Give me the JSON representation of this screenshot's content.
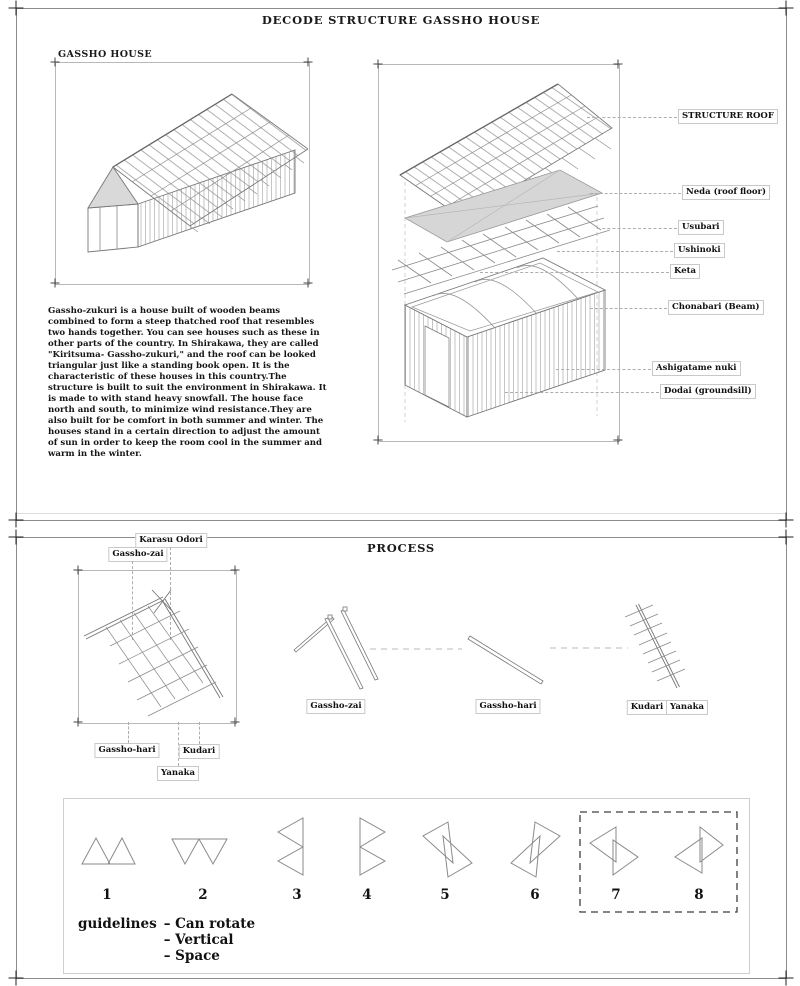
{
  "colors": {
    "line_gray": "#8a8a8a",
    "panel_fill": "#d6d6d6",
    "text": "#111111"
  },
  "panel1": {
    "title": "DECODE STRUCTURE GASSHO HOUSE",
    "house_label": "GASSHO HOUSE",
    "description": "Gassho-zukuri is a house built of wooden beams combined to form a steep thatched roof that resembles two hands together. You can see houses such as these in other parts of the country. In Shirakawa, they are called \"Kiritsuma- Gassho-zukuri,\" and the roof can be looked triangular just like a standing book open. It is the characteristic of these houses in this country.The structure is built to suit the environment in Shirakawa. It is made to with stand heavy snowfall. The house face north and south, to minimize wind resistance.They are also built for be comfort in both summer and winter. The houses stand in a certain direction to adjust the amount of sun in order to keep the room cool in the summer and warm in the winter.",
    "labels": [
      "STRUCTURE ROOF",
      "Neda (roof floor)",
      "Usubari",
      "Ushinoki",
      "Keta",
      "Chonabari (Beam)",
      "Ashigatame nuki",
      "Dodai (groundsill)"
    ]
  },
  "panel2": {
    "title": "PROCESS",
    "top_labels": [
      "Karasu Odori",
      "Gassho-zai"
    ],
    "bottom_labels": [
      "Gassho-hari",
      "Kudari",
      "Yanaka"
    ],
    "piece_labels": [
      "Gassho-zai",
      "Gassho-hari",
      "Kudari",
      "Yanaka"
    ],
    "figure_numbers": [
      "1",
      "2",
      "3",
      "4",
      "5",
      "6",
      "7",
      "8"
    ],
    "guidelines": {
      "label": "guidelines",
      "items": [
        "– Can rotate",
        "– Vertical",
        "– Space"
      ]
    }
  }
}
